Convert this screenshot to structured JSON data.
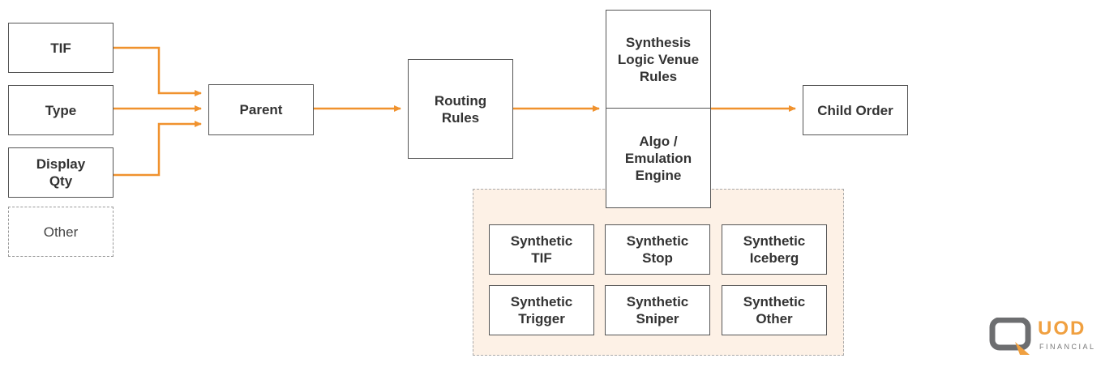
{
  "colors": {
    "arrow": "#f0922e",
    "border": "#555555",
    "panel_fill": "#fdf1e6",
    "logo_grey": "#6d6e70",
    "logo_orange": "#f0a040"
  },
  "inputs": {
    "tif": "TIF",
    "type": "Type",
    "display_qty": "Display\nQty",
    "other": "Other"
  },
  "flow": {
    "parent": "Parent",
    "routing_rules": "Routing\nRules",
    "synthesis_logic": "Synthesis\nLogic Venue\nRules",
    "algo_engine": "Algo /\nEmulation\nEngine",
    "child_order": "Child Order"
  },
  "synthetics": {
    "tif": "Synthetic\nTIF",
    "stop": "Synthetic\nStop",
    "iceberg": "Synthetic\nIceberg",
    "trigger": "Synthetic\nTrigger",
    "sniper": "Synthetic\nSniper",
    "other": "Synthetic\nOther"
  },
  "logo": {
    "word": "UOD",
    "sub": "FINANCIAL",
    "icon": "quod-q-logo-icon"
  }
}
